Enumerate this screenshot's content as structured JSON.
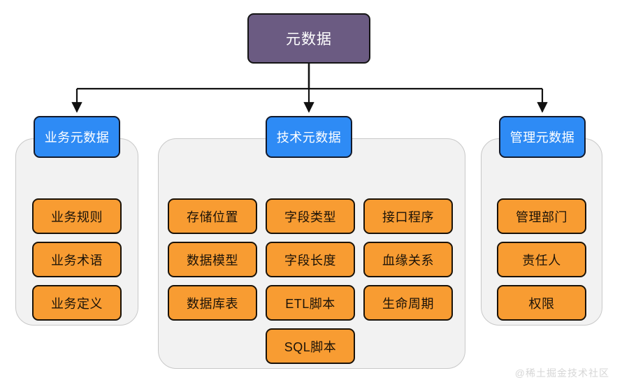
{
  "diagram": {
    "title": "元数据",
    "root": {
      "label": "元数据",
      "color": "#6b5b82"
    },
    "category_color": "#2e8bf5",
    "leaf_color": "#f89c32",
    "panel_color": "#f2f2f2",
    "categories": [
      {
        "label": "业务元数据",
        "columns": [
          {
            "items": [
              "业务规则",
              "业务术语",
              "业务定义"
            ]
          }
        ]
      },
      {
        "label": "技术元数据",
        "columns": [
          {
            "items": [
              "存储位置",
              "数据模型",
              "数据库表"
            ]
          },
          {
            "items": [
              "字段类型",
              "字段长度",
              "ETL脚本",
              "SQL脚本"
            ]
          },
          {
            "items": [
              "接口程序",
              "血缘关系",
              "生命周期"
            ]
          }
        ]
      },
      {
        "label": "管理元数据",
        "columns": [
          {
            "items": [
              "管理部门",
              "责任人",
              "权限"
            ]
          }
        ]
      }
    ]
  },
  "watermark": "@稀土掘金技术社区"
}
